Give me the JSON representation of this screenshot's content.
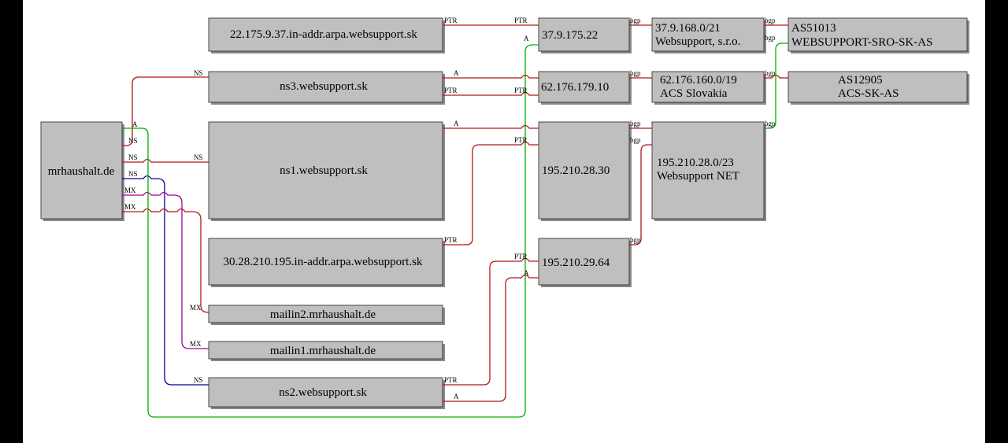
{
  "colors": {
    "ns": "#b01818",
    "ns_blue": "#0000a0",
    "mx": "#a0008c",
    "a_green": "#00b000",
    "box_fill": "#c0bfc0"
  },
  "nodes": {
    "domain": "mrhaushalt.de",
    "rev1": "22.175.9.37.in-addr.arpa.websupport.sk",
    "ns3": "ns3.websupport.sk",
    "ns1": "ns1.websupport.sk",
    "rev2": "30.28.210.195.in-addr.arpa.websupport.sk",
    "mailin2": "mailin2.mrhaushalt.de",
    "mailin1": "mailin1.mrhaushalt.de",
    "ns2": "ns2.websupport.sk",
    "ip1": "37.9.175.22",
    "ip2": "62.176.179.10",
    "ip3": "195.210.28.30",
    "ip4": "195.210.29.64",
    "net1": [
      "37.9.168.0/21",
      "Websupport, s.r.o."
    ],
    "net2": [
      "62.176.160.0/19",
      "ACS Slovakia"
    ],
    "net3": [
      "195.210.28.0/23",
      "Websupport NET"
    ],
    "as1": [
      "AS51013",
      "WEBSUPPORT-SRO-SK-AS"
    ],
    "as2": [
      "AS12905",
      "ACS-SK-AS"
    ]
  },
  "labels": {
    "ns": "NS",
    "mx": "MX",
    "a": "A",
    "ptr": "PTR",
    "bgp": "bgp"
  }
}
